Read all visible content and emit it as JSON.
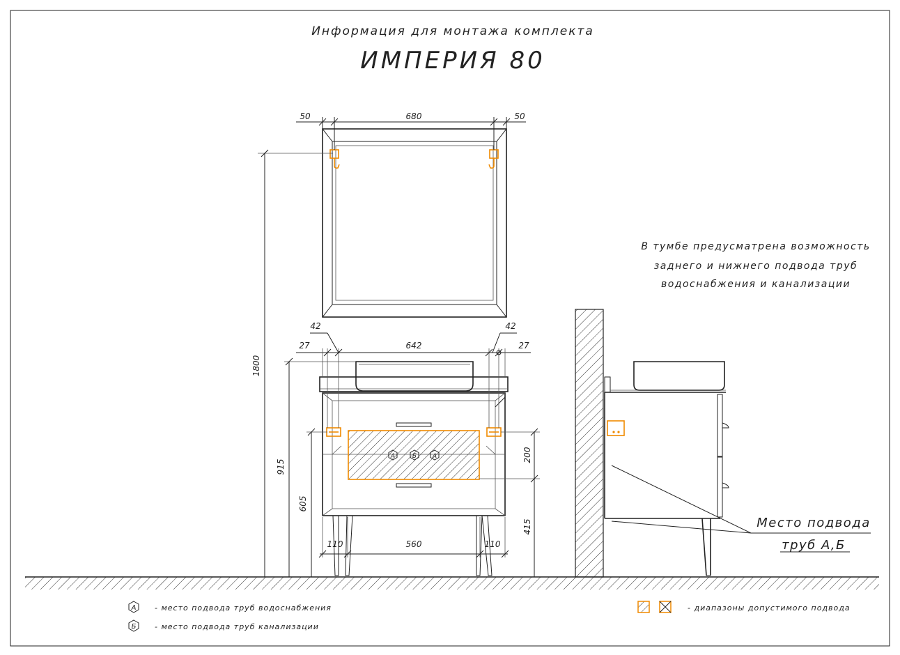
{
  "header": {
    "subtitle": "Информация для монтажа комплекта",
    "title": "ИМПЕРИЯ 80"
  },
  "dimensions": {
    "mirror_left": "50",
    "mirror_width": "680",
    "mirror_right": "50",
    "mount_height": "1800",
    "left_offset_42": "42",
    "right_offset_42": "42",
    "left_27": "27",
    "top_width": "642",
    "right_27": "27",
    "total_height": "915",
    "upper_height": "605",
    "zone_height": "200",
    "leg_height": "415",
    "leg_left": "110",
    "between_legs": "560",
    "leg_right": "110"
  },
  "markers": {
    "a": "А",
    "b": "Б"
  },
  "note": {
    "line1": "В тумбе предусматрена возможность",
    "line2": "заднего и нижнего подвода труб",
    "line3": "водоснабжения и канализации"
  },
  "callout": {
    "line1": "Место подвода",
    "line2": "труб А,Б"
  },
  "legend": {
    "a_marker": "А",
    "a_text": "- место подвода труб водоснабжения",
    "b_marker": "Б",
    "b_text": "- место подвода труб канализации",
    "range_text": "- диапазоны допустимого подвода"
  },
  "colors": {
    "line": "#222222",
    "accent": "#f08a00",
    "background": "#ffffff"
  }
}
